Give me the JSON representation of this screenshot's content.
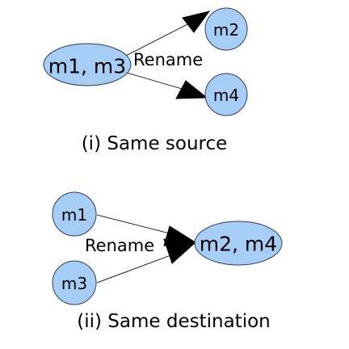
{
  "colors": {
    "node_fill": "#a5cdf5",
    "node_stroke": "#2f3f55",
    "edge": "#000000"
  },
  "diagram_top": {
    "source_node": "m1, m3",
    "target_node_upper": "m2",
    "target_node_lower": "m4",
    "edge_label": "Rename",
    "caption": "(i) Same source"
  },
  "diagram_bottom": {
    "source_node_upper": "m1",
    "source_node_lower": "m3",
    "target_node": "m2, m4",
    "edge_label": "Rename",
    "caption": "(ii) Same destination"
  }
}
